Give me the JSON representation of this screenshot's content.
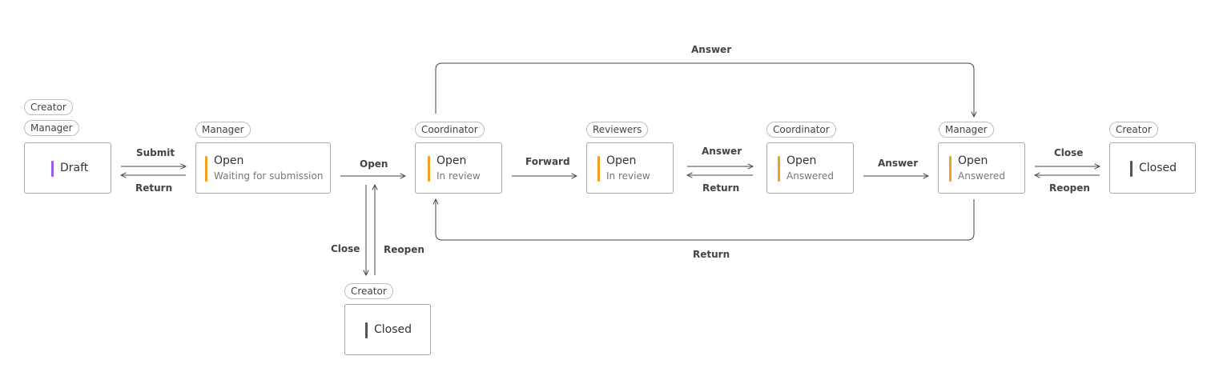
{
  "colors": {
    "draft_bar": "#9b5de5",
    "open_bar": "#f0a020",
    "closed_bar": "#555555",
    "arrow": "#444444"
  },
  "states": {
    "draft": {
      "roles": [
        "Creator",
        "Manager"
      ],
      "title": "Draft",
      "subtitle": ""
    },
    "open_waiting": {
      "roles": [
        "Manager"
      ],
      "title": "Open",
      "subtitle": "Waiting for submission"
    },
    "open_review_coord": {
      "roles": [
        "Coordinator"
      ],
      "title": "Open",
      "subtitle": "In review"
    },
    "open_review_reviewers": {
      "roles": [
        "Reviewers"
      ],
      "title": "Open",
      "subtitle": "In review"
    },
    "open_answered_coord": {
      "roles": [
        "Coordinator"
      ],
      "title": "Open",
      "subtitle": "Answered"
    },
    "open_answered_manager": {
      "roles": [
        "Manager"
      ],
      "title": "Open",
      "subtitle": "Answered"
    },
    "closed_right": {
      "roles": [
        "Creator"
      ],
      "title": "Closed",
      "subtitle": ""
    },
    "closed_bottom": {
      "roles": [
        "Creator"
      ],
      "title": "Closed",
      "subtitle": ""
    }
  },
  "transitions": {
    "submit": "Submit",
    "return_to_draft": "Return",
    "open": "Open",
    "forward": "Forward",
    "answer_reviewers": "Answer",
    "return_reviewers": "Return",
    "answer_coord": "Answer",
    "close_right": "Close",
    "reopen_right": "Reopen",
    "close_bottom": "Close",
    "reopen_bottom": "Reopen",
    "answer_top": "Answer",
    "return_bottom": "Return"
  }
}
